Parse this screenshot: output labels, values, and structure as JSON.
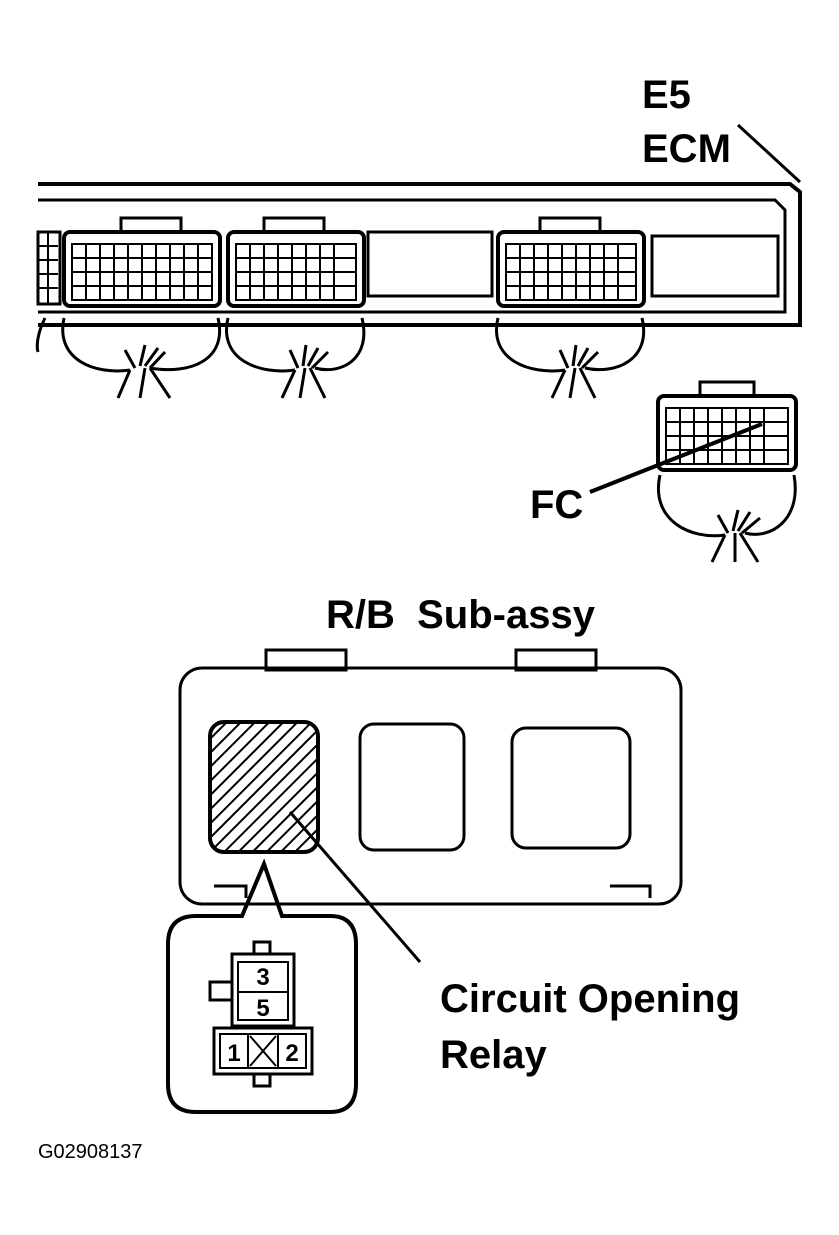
{
  "labels": {
    "ecm_code": "E5",
    "ecm_name": "ECM",
    "fc_connector": "FC",
    "relay_block": "R/B  Sub-assy",
    "relay_name_line1": "Circuit Opening",
    "relay_name_line2": "Relay",
    "figure_id": "G02908137"
  },
  "relay_pins": {
    "top": "3",
    "middle": "5",
    "bottom_left": "1",
    "bottom_right": "2"
  },
  "colors": {
    "line": "#000000",
    "background": "#ffffff"
  }
}
